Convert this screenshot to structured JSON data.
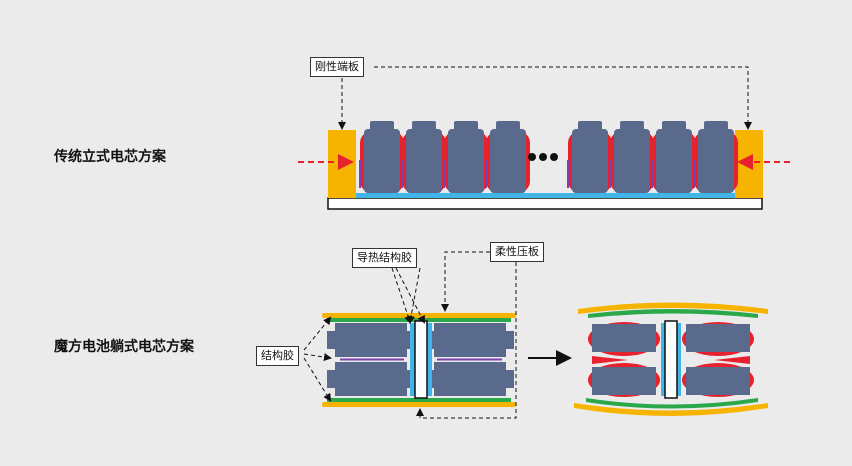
{
  "rows": {
    "traditional": {
      "title": "传统立式电芯方案"
    },
    "cube": {
      "title": "魔方电池躺式电芯方案"
    }
  },
  "callouts": {
    "rigid_end_plate": "刚性端板",
    "thermal_structural_glue": "导热结构胶",
    "flexible_pressure_plate": "柔性压板",
    "structural_glue": "结构胶"
  },
  "colors": {
    "cell": "#5a6a8c",
    "cell_dark": "#48587a",
    "swell": "#e8212f",
    "end_plate": "#f6b400",
    "base": "#41b4e8",
    "green_layer": "#2aa84a",
    "glue_line": "#7b3fb0",
    "arrow_red": "#e8212f"
  },
  "icons": {
    "ellipsis": "ellipsis-icon",
    "process_arrow": "arrow-right-icon"
  }
}
